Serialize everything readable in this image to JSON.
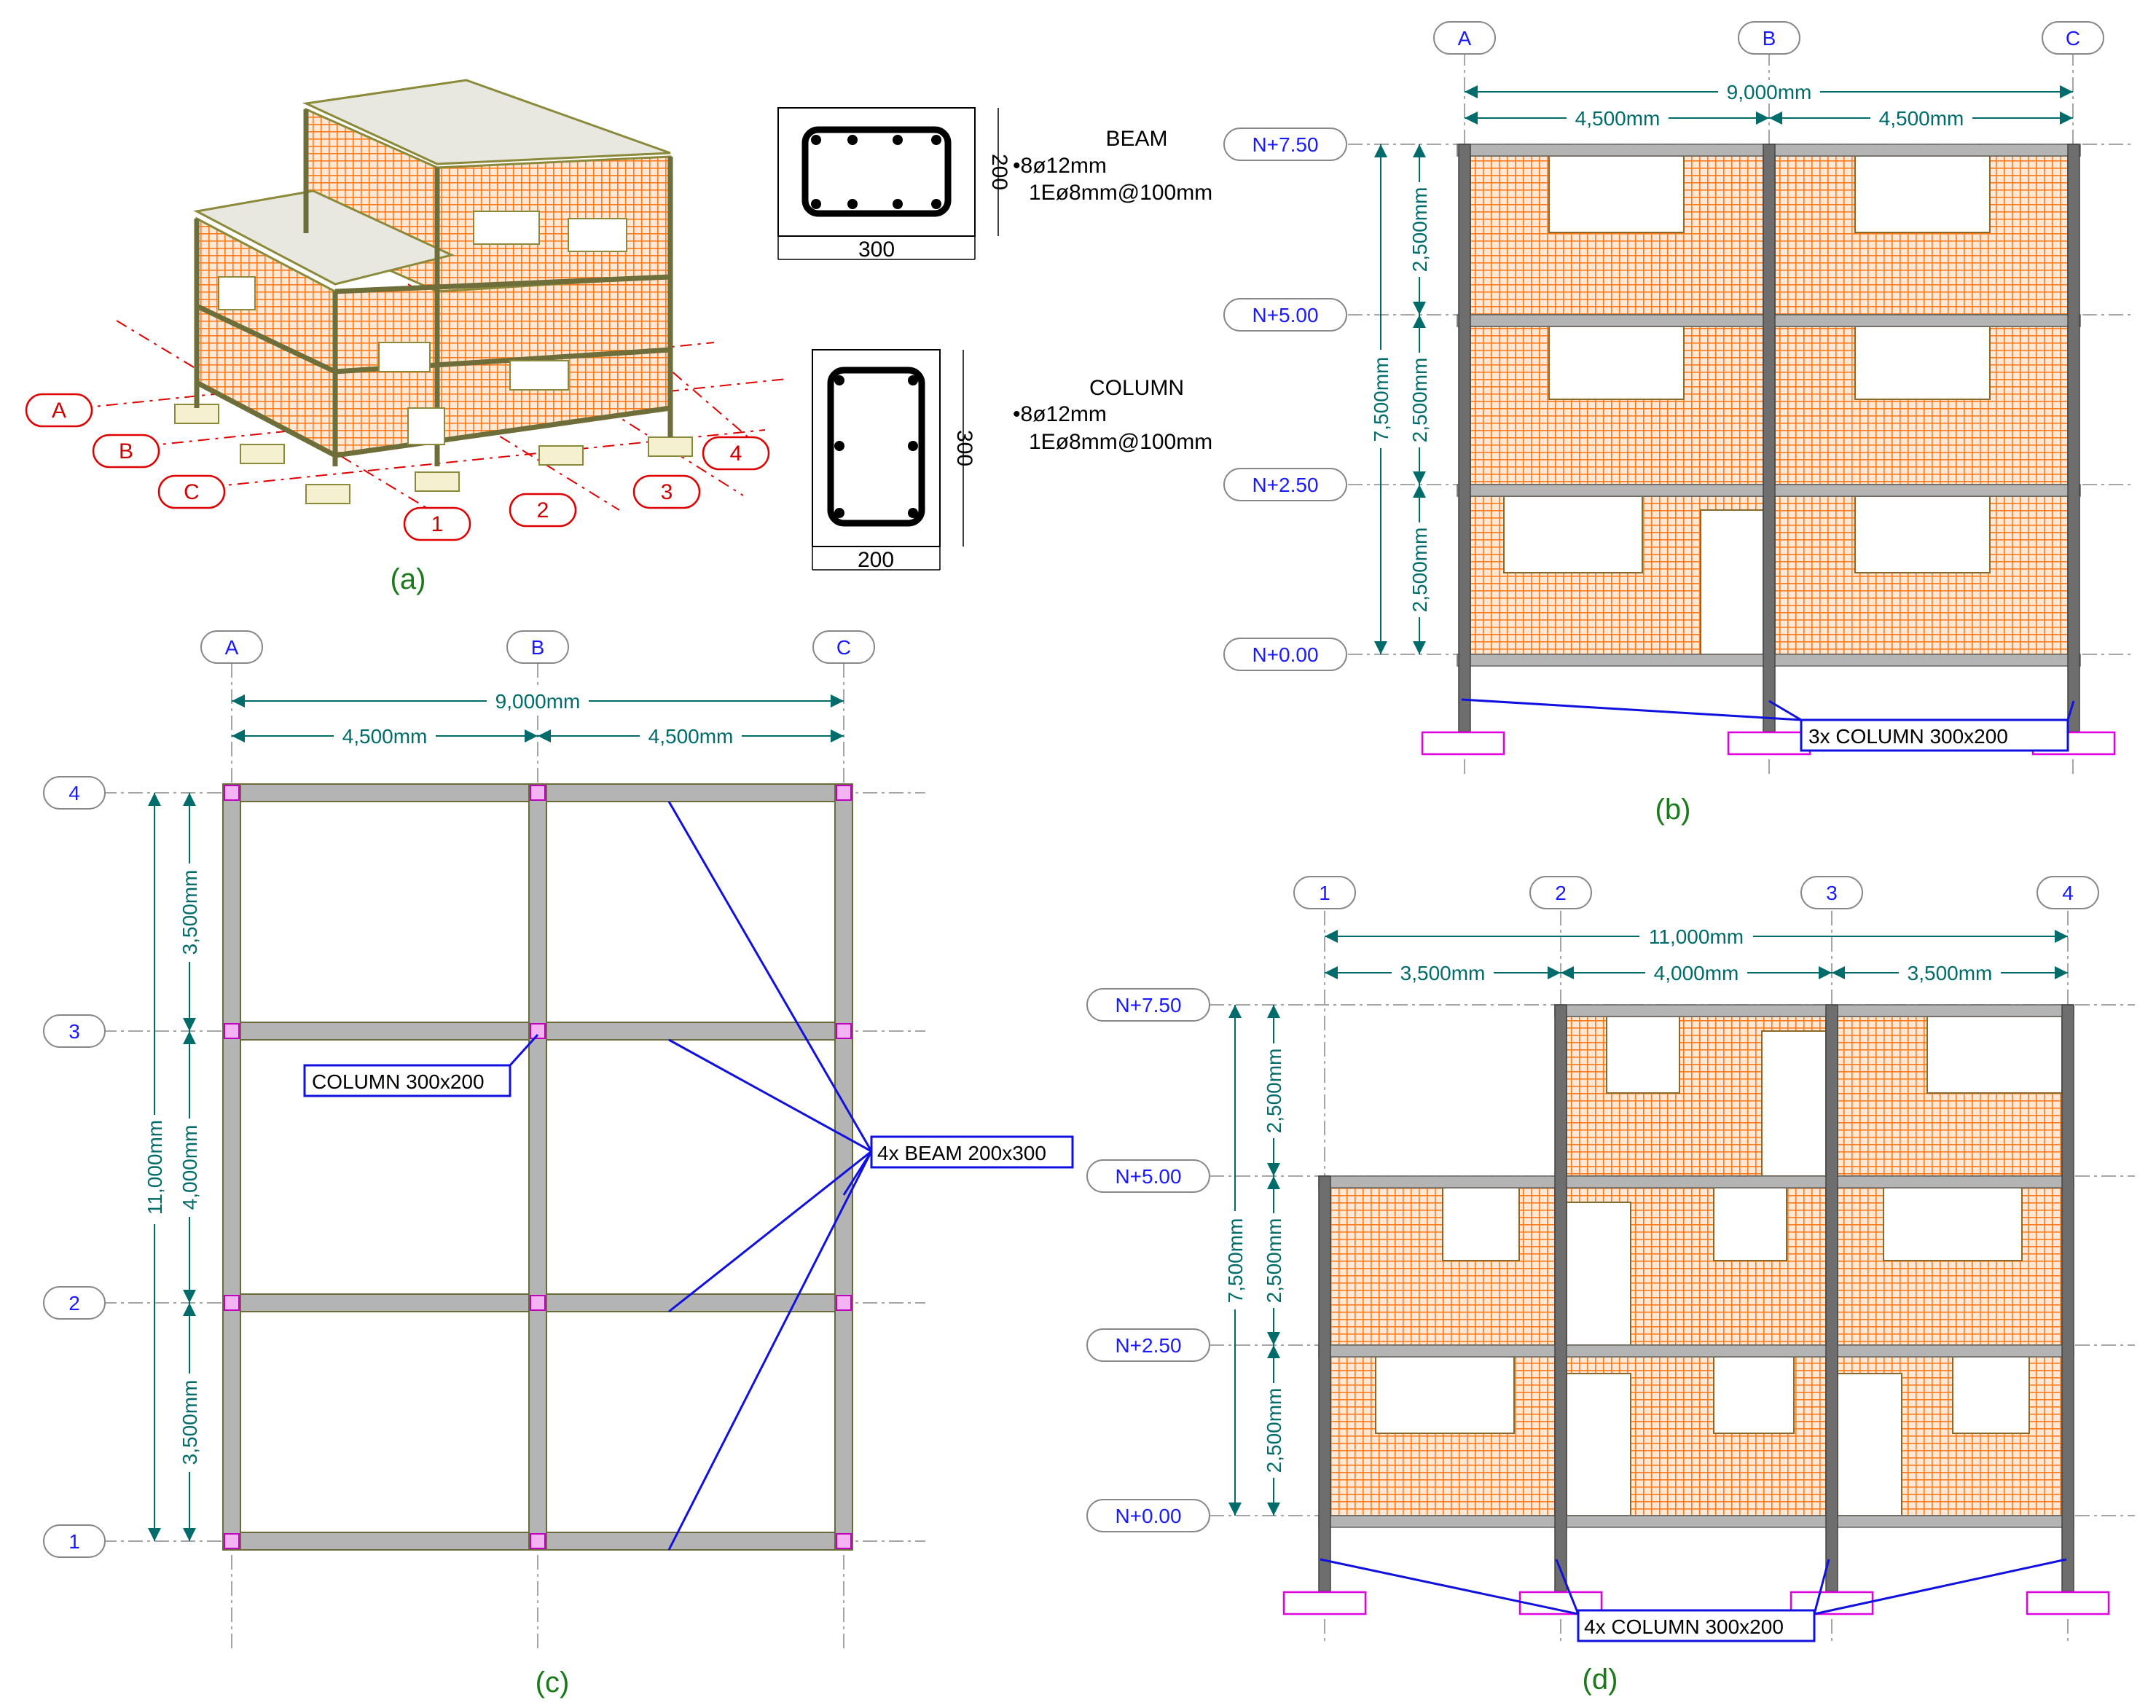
{
  "captions": {
    "a": "(a)",
    "b": "(b)",
    "c": "(c)",
    "d": "(d)"
  },
  "iso_grid": {
    "letters": [
      "A",
      "B",
      "C"
    ],
    "numbers": [
      "1",
      "2",
      "3",
      "4"
    ]
  },
  "sections": {
    "beam": {
      "title": "BEAM",
      "bars": "•8ø12mm",
      "stirrups": "1Eø8mm@100mm",
      "width": "300",
      "height": "200"
    },
    "column": {
      "title": "COLUMN",
      "bars": "•8ø12mm",
      "stirrups": "1Eø8mm@100mm",
      "width": "200",
      "height": "300"
    }
  },
  "elevation_b": {
    "axes": [
      "A",
      "B",
      "C"
    ],
    "total": "9,000mm",
    "spans": [
      "4,500mm",
      "4,500mm"
    ],
    "levels": [
      "N+7.50",
      "N+5.00",
      "N+2.50",
      "N+0.00"
    ],
    "story_dims": [
      "2,500mm",
      "2,500mm",
      "2,500mm"
    ],
    "height_total": "7,500mm",
    "tag": "3x COLUMN  300x200"
  },
  "plan_c": {
    "cols": [
      "A",
      "B",
      "C"
    ],
    "rows": [
      "4",
      "3",
      "2",
      "1"
    ],
    "total_x": "9,000mm",
    "spans_x": [
      "4,500mm",
      "4,500mm"
    ],
    "total_y": "11,000mm",
    "spans_y": [
      "3,500mm",
      "4,000mm",
      "3,500mm"
    ],
    "tag_column": "COLUMN  300x200",
    "tag_beam": "4x BEAM  200x300"
  },
  "elevation_d": {
    "axes": [
      "1",
      "2",
      "3",
      "4"
    ],
    "total": "11,000mm",
    "spans": [
      "3,500mm",
      "4,000mm",
      "3,500mm"
    ],
    "levels": [
      "N+7.50",
      "N+5.00",
      "N+2.50",
      "N+0.00"
    ],
    "story_dims": [
      "2,500mm",
      "2,500mm",
      "2,500mm"
    ],
    "height_total": "7,500mm",
    "tag": "4x COLUMN  300x200"
  },
  "colors": {
    "dimension": "#006b6b",
    "grid_label": "#1a1aff",
    "infill": "#ff7a1a",
    "beam": "#b4b4b4",
    "column": "#6e6e6e",
    "footing": "#e000e0",
    "iso_frame": "#8a8a3a",
    "caption": "#1a7a1a",
    "red_grid": "#e00000",
    "leader": "#1010e0"
  }
}
